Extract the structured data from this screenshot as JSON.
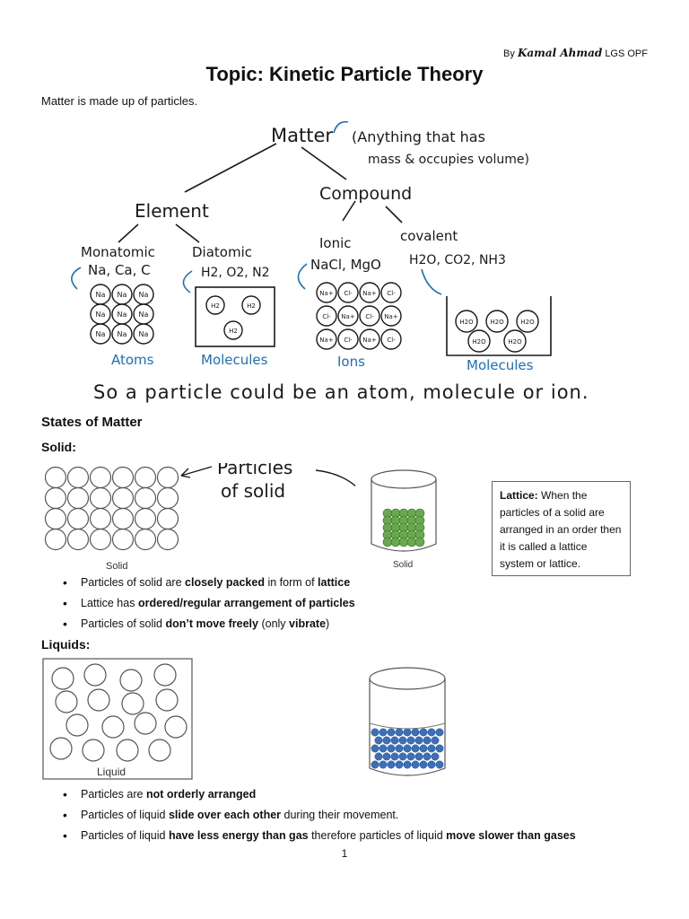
{
  "header": {
    "by": "By",
    "author": "Kamal Ahmad",
    "org": "LGS OPF",
    "title": "Topic: Kinetic Particle Theory"
  },
  "intro": "Matter is made up of particles.",
  "diagram": {
    "matter": "Matter",
    "definition_line1": "(Anything that has",
    "definition_line2": "mass & occupies volume)",
    "element": "Element",
    "compound": "Compound",
    "monatomic": "Monatomic",
    "monatomic_examples": "Na, Ca, C",
    "diatomic": "Diatomic",
    "diatomic_examples": "H2, O2, N2",
    "ionic": "Ionic",
    "ionic_examples": "NaCl, MgO",
    "covalent": "covalent",
    "covalent_examples": "H2O, CO2, NH3",
    "atoms": "Atoms",
    "molecules_1": "Molecules",
    "ions": "Ions",
    "molecules_2": "Molecules",
    "conclusion": "So a particle could be an atom, molecule or ion.",
    "na": "Na",
    "h2": "H2",
    "na_plus": "Na+",
    "cl_minus": "Cl-",
    "h2o": "H2O",
    "colors": {
      "ink": "#1a1a1a",
      "blue": "#1f6fb5"
    }
  },
  "states_heading": "States of Matter",
  "solid": {
    "heading": "Solid:",
    "handwritten_line1": "Particles",
    "handwritten_line2": "of solid",
    "caption_lattice": "Solid",
    "caption_container": "Solid",
    "bullets": [
      [
        {
          "t": "Particles of solid are ",
          "b": false
        },
        {
          "t": "closely packed",
          "b": true
        },
        {
          "t": " in form of ",
          "b": false
        },
        {
          "t": "lattice",
          "b": true
        }
      ],
      [
        {
          "t": "Lattice has ",
          "b": false
        },
        {
          "t": "ordered/regular arrangement of particles",
          "b": true
        }
      ],
      [
        {
          "t": "Particles of solid ",
          "b": false
        },
        {
          "t": "don’t move freely",
          "b": true
        },
        {
          "t": " (only ",
          "b": false
        },
        {
          "t": "vibrate",
          "b": true
        },
        {
          "t": ")",
          "b": false
        }
      ]
    ],
    "lattice_box_term": "Lattice:",
    "lattice_box_text": " When the particles of a solid are arranged in an order then it is called a lattice system or lattice.",
    "particle_color": "#6aa84f"
  },
  "liquid": {
    "heading": "Liquids:",
    "caption": "Liquid",
    "bullets": [
      [
        {
          "t": "Particles are ",
          "b": false
        },
        {
          "t": "not orderly arranged",
          "b": true
        }
      ],
      [
        {
          "t": "Particles of liquid ",
          "b": false
        },
        {
          "t": "slide over each other",
          "b": true
        },
        {
          "t": " during their movement.",
          "b": false
        }
      ],
      [
        {
          "t": "Particles of liquid ",
          "b": false
        },
        {
          "t": "have less energy than gas",
          "b": true
        },
        {
          "t": " therefore particles of liquid ",
          "b": false
        },
        {
          "t": "move slower than gases",
          "b": true
        }
      ]
    ],
    "particle_color": "#3d6fb6"
  },
  "page_number": "1"
}
